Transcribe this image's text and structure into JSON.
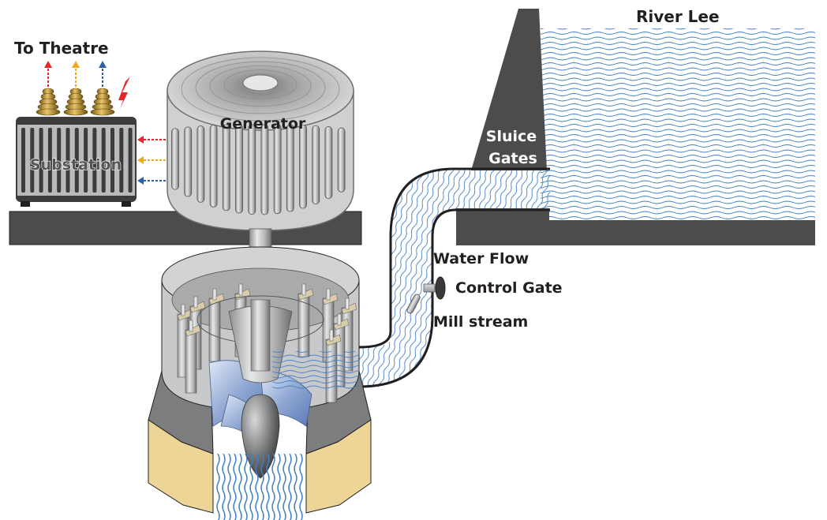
{
  "labels": {
    "to_theatre": "To Theatre",
    "substation": "Substation",
    "generator": "Generator",
    "river": "River Lee",
    "sluice_line1": "Sluice",
    "sluice_line2": "Gates",
    "water_flow": "Water Flow",
    "control_gate": "Control Gate",
    "mill_stream": "Mill stream"
  },
  "icons": {
    "lightning": "lightning-bolt-icon",
    "phase_arrows": [
      "red",
      "amber",
      "blue"
    ]
  },
  "colors": {
    "phase_red": "#e5262a",
    "phase_amber": "#f1a81c",
    "phase_blue": "#2c5fad",
    "water_line": "#3f7fc4",
    "concrete_dark": "#4e4b4c",
    "sand": "#ecd597",
    "steel": "#b8b9bb",
    "brass": "#b88a2a"
  }
}
